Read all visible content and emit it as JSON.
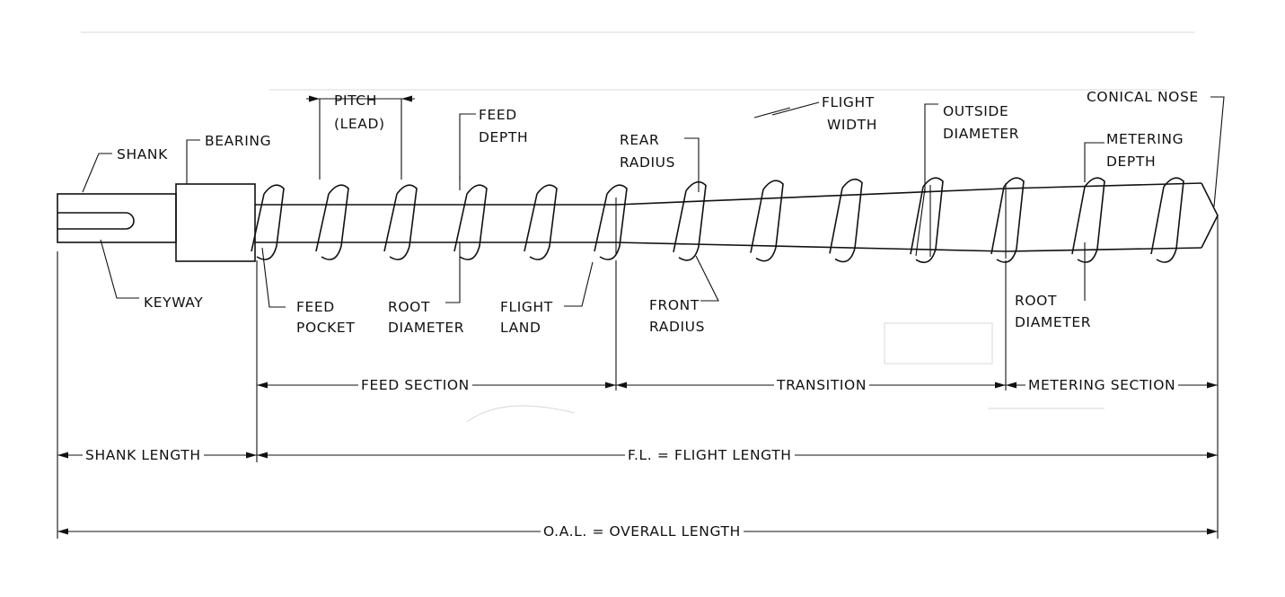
{
  "labels": {
    "shank": "SHANK",
    "bearing": "BEARING",
    "pitch": "PITCH",
    "lead": "(LEAD)",
    "feed_depth_1": "FEED",
    "feed_depth_2": "DEPTH",
    "rear_radius_1": "REAR",
    "rear_radius_2": "RADIUS",
    "flight_width_1": "FLIGHT",
    "flight_width_2": "WIDTH",
    "outside_diameter_1": "OUTSIDE",
    "outside_diameter_2": "DIAMETER",
    "conical_nose": "CONICAL NOSE",
    "metering_depth_1": "METERING",
    "metering_depth_2": "DEPTH",
    "keyway": "KEYWAY",
    "feed_pocket_1": "FEED",
    "feed_pocket_2": "POCKET",
    "root_diameter_1": "ROOT",
    "root_diameter_2": "DIAMETER",
    "flight_land_1": "FLIGHT",
    "flight_land_2": "LAND",
    "front_radius_1": "FRONT",
    "front_radius_2": "RADIUS",
    "root_diameter_b1": "ROOT",
    "root_diameter_b2": "DIAMETER"
  },
  "dimensions": {
    "feed_section": "FEED SECTION",
    "transition": "TRANSITION",
    "metering_section": "METERING SECTION",
    "shank_length": "SHANK LENGTH",
    "flight_length": "F.L. = FLIGHT LENGTH",
    "overall_length": "O.A.L. = OVERALL LENGTH"
  }
}
